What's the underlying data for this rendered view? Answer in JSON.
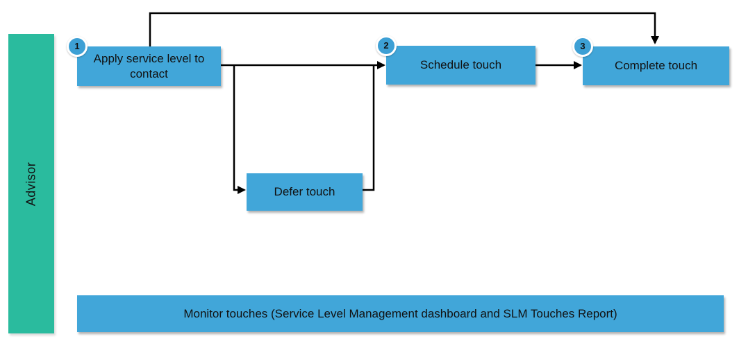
{
  "lane": {
    "label": "Advisor"
  },
  "nodes": {
    "apply": {
      "badge": "1",
      "label": "Apply service level to contact"
    },
    "schedule": {
      "badge": "2",
      "label": "Schedule touch"
    },
    "complete": {
      "badge": "3",
      "label": "Complete touch"
    },
    "defer": {
      "label": "Defer touch"
    },
    "monitor": {
      "label": "Monitor touches (Service Level Management dashboard and SLM Touches Report)"
    }
  },
  "colors": {
    "node_fill": "#41A6D9",
    "badge_fill": "#3DA0D5",
    "badge_ring": "#FFFFFF",
    "lane_fill": "#2ABB9E",
    "connector": "#000000",
    "text": "#111111"
  }
}
